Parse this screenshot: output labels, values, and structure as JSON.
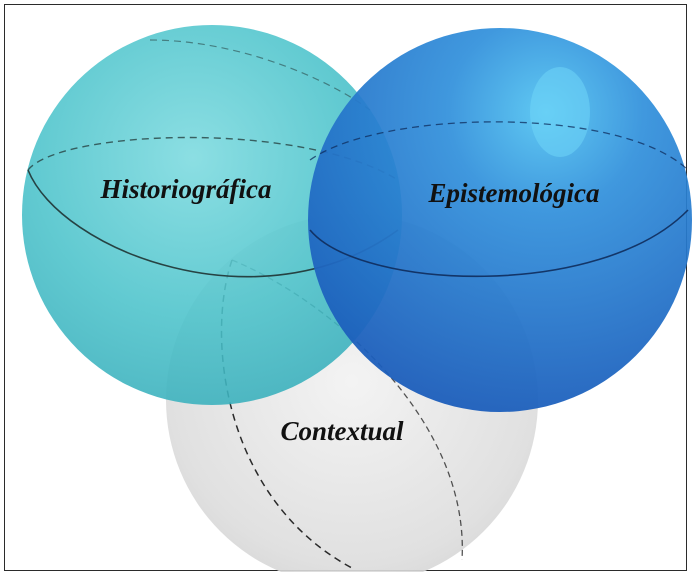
{
  "diagram": {
    "spheres": [
      {
        "id": "historiografica",
        "label": "Historiográfica",
        "color": "#4cc3cb"
      },
      {
        "id": "epistemologica",
        "label": "Epistemológica",
        "color": "#2a7fd0"
      },
      {
        "id": "contextual",
        "label": "Contextual",
        "color": "#d9d9d9"
      }
    ]
  }
}
